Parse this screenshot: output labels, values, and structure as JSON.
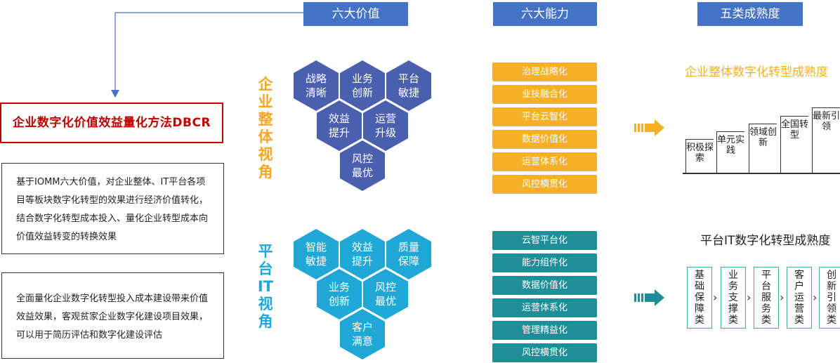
{
  "headers": {
    "values": "六大价值",
    "capabilities": "六大能力",
    "maturity": "五类成熟度"
  },
  "left": {
    "title": "企业数字化价值效益量化方法DBCR",
    "desc1": "基于IOMM六大价值，对企业整体、IT平台各项目等板块数字化转型的效果进行经济价值转化，结合数字化转型成本投入、量化企业转型成本向价值效益转变的转换效果",
    "desc2": "全面量化企业数字化转型投入成本建设带来价值效益效果，客观贫家企业数字化建设项目效果，可以用于简历评估和数字化建设评估"
  },
  "perspectives": {
    "enterprise": "企业整体视角",
    "it": "平台IT视角"
  },
  "hex_enterprise": [
    "战略清晰",
    "业务创新",
    "平台敏捷",
    "效益提升",
    "运营升级",
    "风控最优"
  ],
  "hex_it": [
    "智能敏捷",
    "效益提升",
    "质量保障",
    "业务创新",
    "风控最优",
    "客户满意"
  ],
  "caps_enterprise": [
    "治理战略化",
    "业技融合化",
    "平台云智化",
    "数据价值化",
    "运营体系化",
    "风控横贯化"
  ],
  "caps_it": [
    "云智平台化",
    "能力组件化",
    "数据价值化",
    "运营体系化",
    "管理精益化",
    "风控横贯化"
  ],
  "maturity_enterprise": {
    "title": "企业整体数字化转型成熟度",
    "steps": [
      "积极探索",
      "单元实践",
      "领域创新",
      "全国转型",
      "最新引领"
    ]
  },
  "maturity_it": {
    "title": "平台IT数字化转型成熟度",
    "boxes": [
      "基础保障类",
      "业务支撑类",
      "平台服务类",
      "客户运营类",
      "创新引领类"
    ]
  },
  "colors": {
    "header_blue": "#4472C4",
    "hex_blue": "#4A5FAE",
    "hex_cyan": "#1FA7D5",
    "orange": "#F5B025",
    "teal": "#1E8E98",
    "red": "#C00000"
  }
}
